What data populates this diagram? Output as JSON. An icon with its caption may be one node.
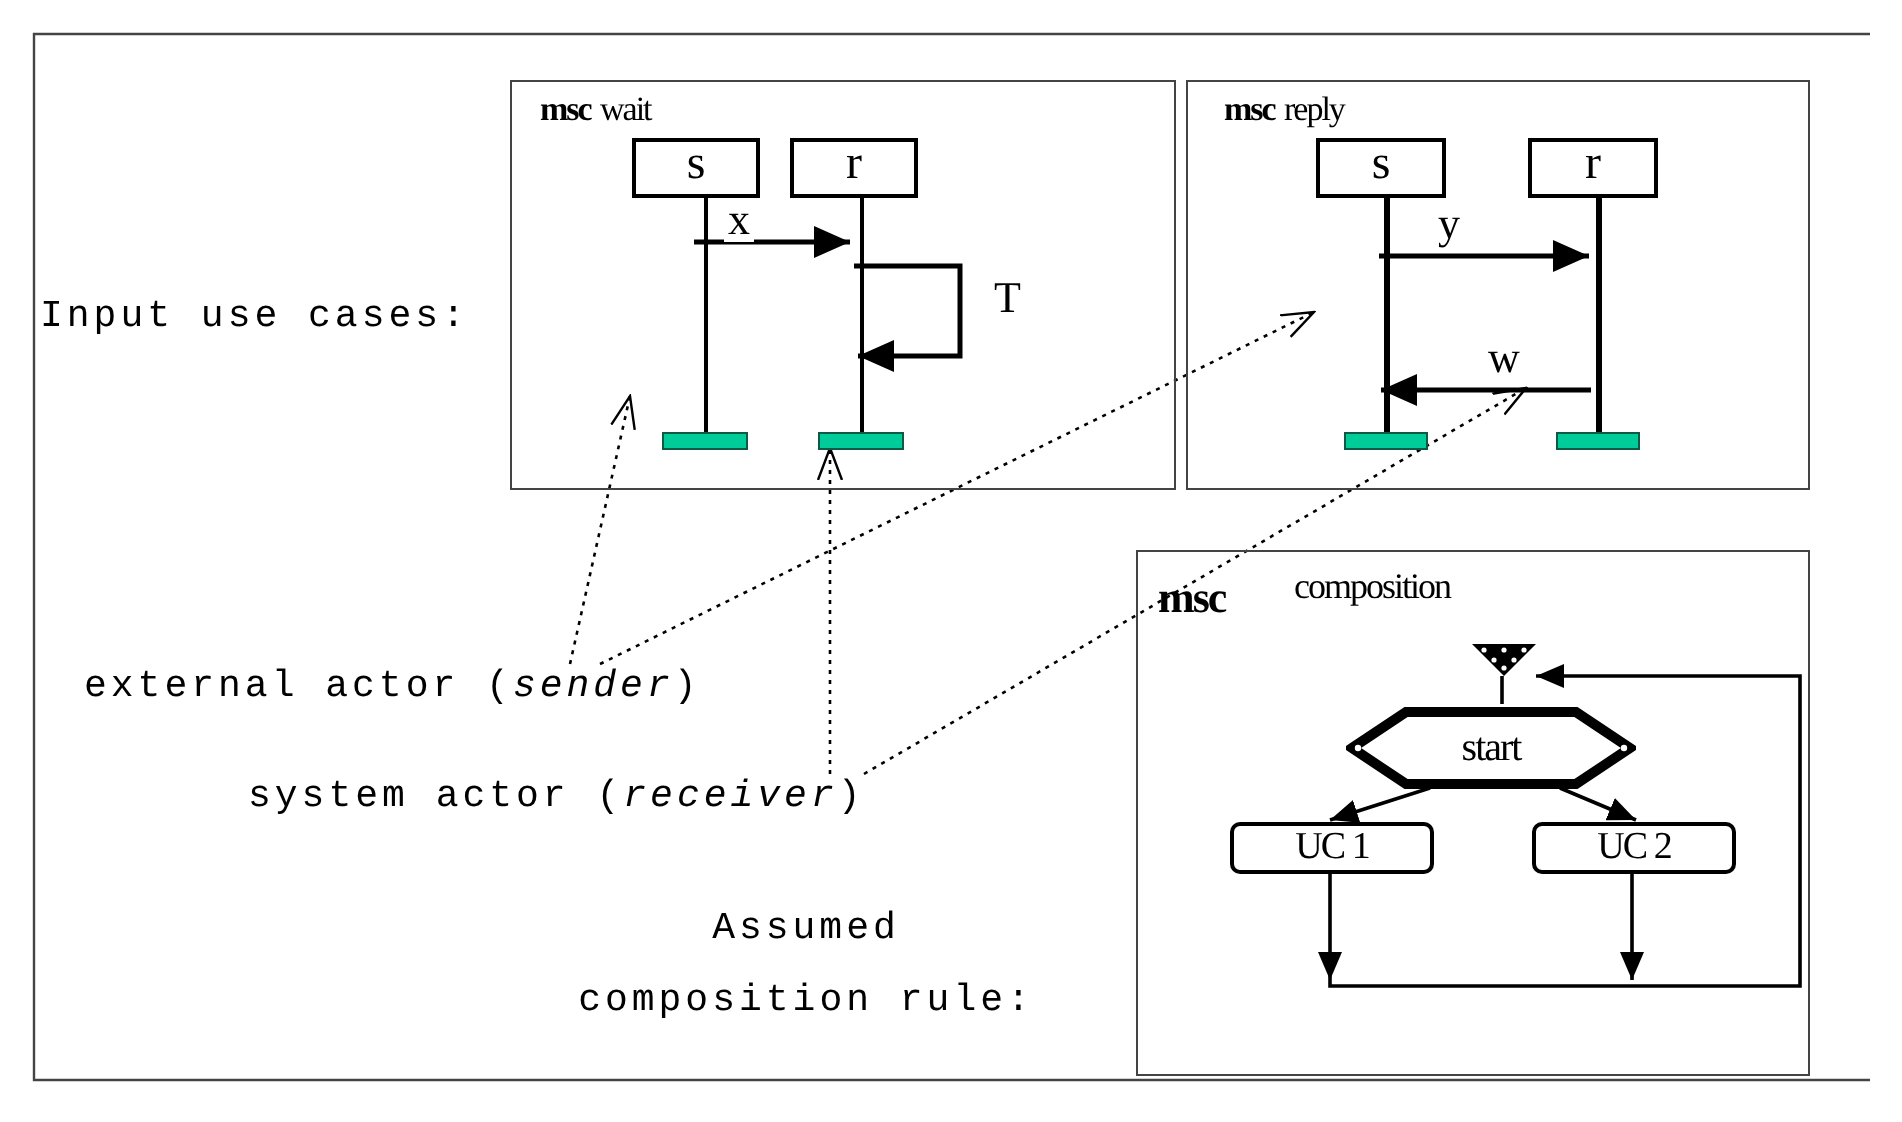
{
  "diagram": {
    "nodes": [
      {
        "text": [
          "msc",
          "wait"
        ]
      },
      {
        "text": [
          "s"
        ],
        "in": 0
      },
      {
        "text": [
          "r"
        ],
        "in": 0
      },
      {
        "text": [
          "msc",
          "reply"
        ]
      },
      {
        "text": [
          "s"
        ],
        "in": 3
      },
      {
        "text": [
          "r"
        ],
        "in": 3
      },
      {
        "text": [
          "msc",
          "composition"
        ]
      },
      {
        "text": [],
        "shape": "triangle",
        "in": 6
      },
      {
        "text": [
          "start"
        ],
        "in": 6
      },
      {
        "text": [
          "UC 1"
        ],
        "in": 6
      },
      {
        "text": [
          "UC 2"
        ],
        "in": 6
      },
      {
        "text": [
          "external actor (*sender*)"
        ]
      },
      {
        "text": [
          "system actor (*receiver*)"
        ]
      }
    ],
    "edges": [
      {
        "from": 1,
        "to": 2,
        "arrow": "to",
        "label": "x"
      },
      {
        "from": 2,
        "to": 2,
        "arrow": "to",
        "label": "T"
      },
      {
        "from": 4,
        "to": 5,
        "arrow": "to",
        "label": "y"
      },
      {
        "from": 5,
        "to": 4,
        "arrow": "to",
        "label": "w"
      },
      {
        "from": 11,
        "to": 1,
        "arrow": "to",
        "style": "dashed"
      },
      {
        "from": 11,
        "to": 4,
        "arrow": "to",
        "style": "dashed"
      },
      {
        "from": 12,
        "to": 2,
        "arrow": "to",
        "style": "dashed"
      },
      {
        "from": 12,
        "to": 5,
        "arrow": "to",
        "style": "dashed"
      },
      {
        "from": 7,
        "to": 8,
        "arrow": "none"
      },
      {
        "from": 8,
        "to": 9,
        "arrow": "to"
      },
      {
        "from": 8,
        "to": 10,
        "arrow": "to"
      },
      {
        "from": 9,
        "to": 7,
        "arrow": "to"
      },
      {
        "from": 10,
        "to": 7,
        "arrow": "to"
      }
    ],
    "labels": [
      "Input use cases:",
      "Assumed composition rule:"
    ]
  }
}
